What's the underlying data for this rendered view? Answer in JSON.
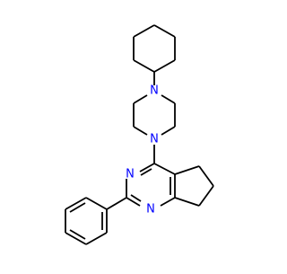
{
  "colors": {
    "background": "#ffffff",
    "bond": "#000000",
    "nitrogen": "#0000ff"
  },
  "atoms": {
    "n_piperazine_top": "N",
    "n_piperazine_bottom": "N",
    "n_pyrimidine_3": "N",
    "n_pyrimidine_1": "N"
  }
}
